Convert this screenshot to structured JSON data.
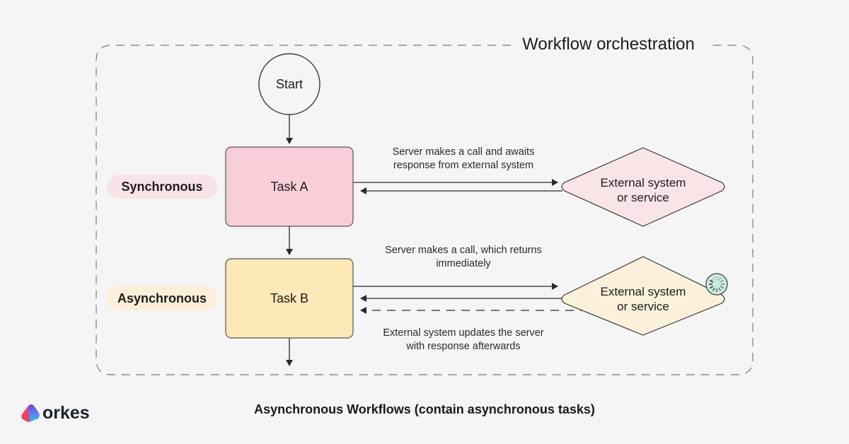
{
  "diagram": {
    "container_label": "Workflow orchestration",
    "start_label": "Start",
    "rows": [
      {
        "mode_label": "Synchronous",
        "task_label": "Task A",
        "external_label_line1": "External system",
        "external_label_line2": "or service",
        "note_top_line1": "Server makes a call and awaits",
        "note_top_line2": "response from external system",
        "task_color": "#f8ced8",
        "pill_color": "#f8e3e7",
        "external_color": "#f9e4e8"
      },
      {
        "mode_label": "Asynchronous",
        "task_label": "Task B",
        "external_label_line1": "External system",
        "external_label_line2": "or service",
        "note_top_line1": "Server makes a call, which returns",
        "note_top_line2": "immediately",
        "note_bottom_line1": "External system updates the server",
        "note_bottom_line2": "with response afterwards",
        "task_color": "#fde8b7",
        "pill_color": "#fbefd9",
        "external_color": "#fbf0d9",
        "status_icon_color": "#c9ecdc"
      }
    ]
  },
  "footer": {
    "brand": "orkes",
    "caption": "Asynchronous Workflows (contain asynchronous tasks)"
  }
}
